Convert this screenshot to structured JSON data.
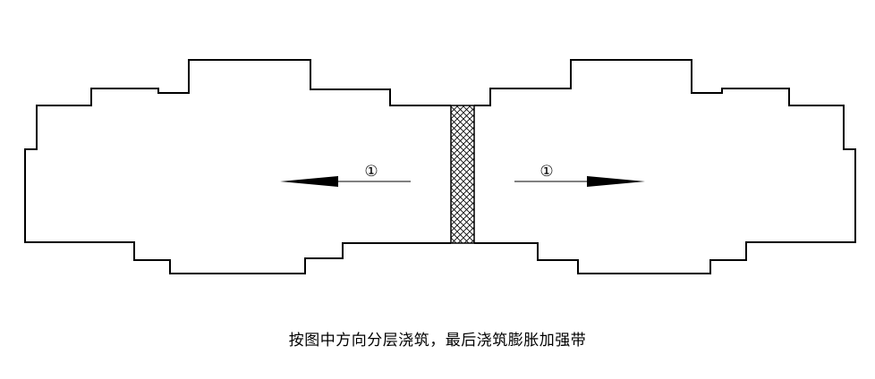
{
  "diagram": {
    "step_labels": {
      "left": "①",
      "right": "①"
    },
    "caption": "按图中方向分层浇筑，最后浇筑膨胀加强带",
    "colors": {
      "line": "#000000",
      "background": "#ffffff"
    }
  }
}
